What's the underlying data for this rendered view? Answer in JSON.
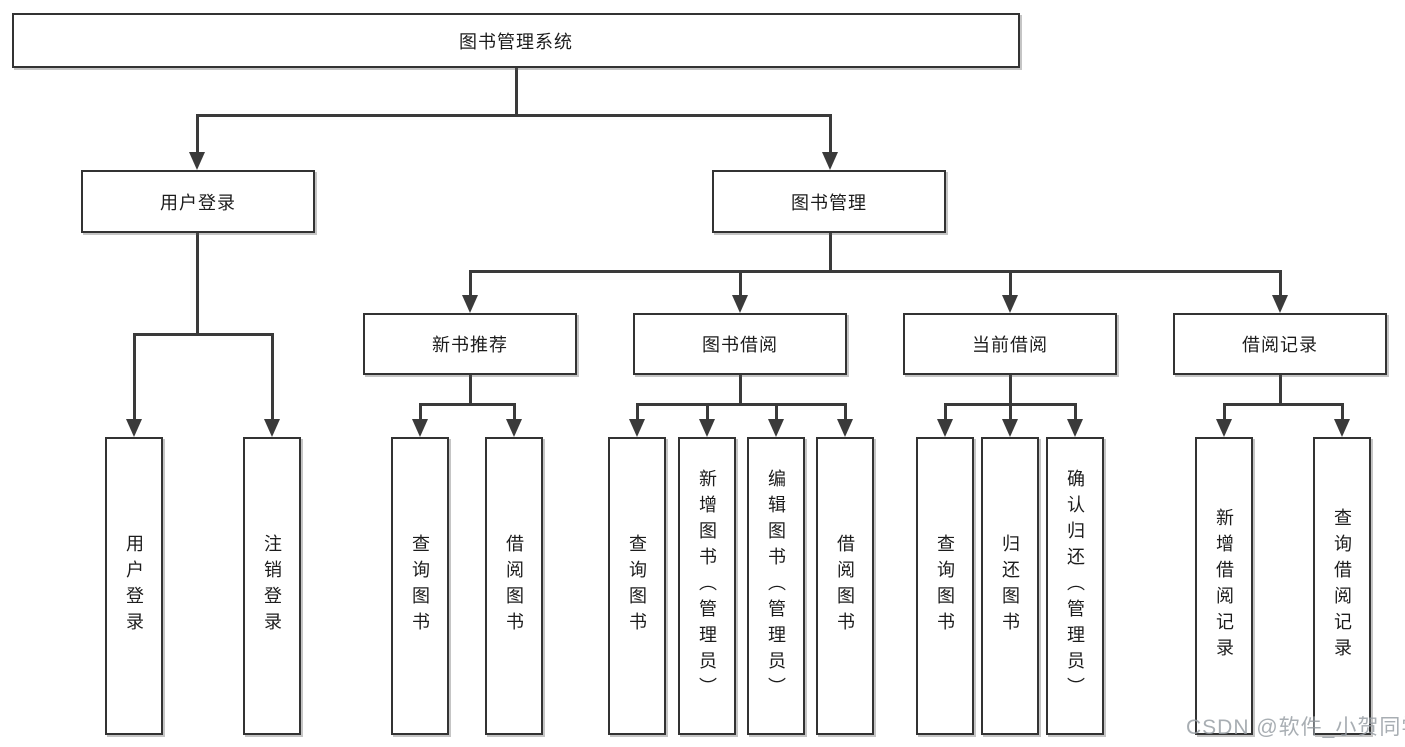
{
  "diagram": {
    "title": "图书管理系统",
    "tree": {
      "root": {
        "label": "图书管理系统"
      },
      "children": [
        {
          "label": "用户登录",
          "children": [
            {
              "label": "用户登录"
            },
            {
              "label": "注销登录"
            }
          ]
        },
        {
          "label": "图书管理",
          "children": [
            {
              "label": "新书推荐",
              "children": [
                {
                  "label": "查询图书"
                },
                {
                  "label": "借阅图书"
                }
              ]
            },
            {
              "label": "图书借阅",
              "children": [
                {
                  "label": "查询图书"
                },
                {
                  "label": "新增图书（管理员）"
                },
                {
                  "label": "编辑图书（管理员）"
                },
                {
                  "label": "借阅图书"
                }
              ]
            },
            {
              "label": "当前借阅",
              "children": [
                {
                  "label": "查询图书"
                },
                {
                  "label": "归还图书"
                },
                {
                  "label": "确认归还（管理员）"
                }
              ]
            },
            {
              "label": "借阅记录",
              "children": [
                {
                  "label": "新增借阅记录"
                },
                {
                  "label": "查询借阅记录"
                }
              ]
            }
          ]
        }
      ]
    },
    "colors": {
      "line": "#3a3a3a",
      "box_border": "#333333",
      "background": "#ffffff",
      "watermark_text": "#9aa0a6"
    }
  },
  "watermark": {
    "text": "CSDN @软件_小贺同学"
  }
}
